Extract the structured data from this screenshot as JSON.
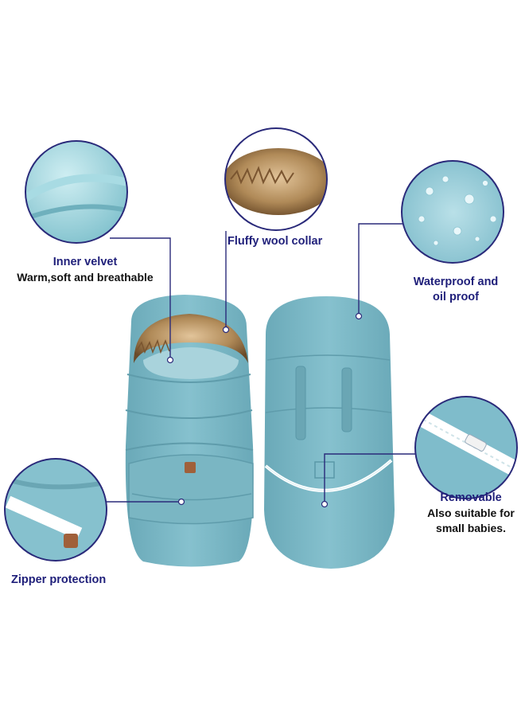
{
  "features": {
    "velvet": {
      "title": "Inner velvet",
      "desc": "Warm,soft and breathable",
      "icon": "velvet-closeup"
    },
    "collar": {
      "title": "Fluffy wool collar",
      "icon": "fur-closeup"
    },
    "water": {
      "title": "Waterproof and",
      "title2": "oil proof",
      "icon": "water-droplets-closeup"
    },
    "remove": {
      "title": "Removable",
      "desc": "Also suitable for",
      "desc2": "small babies.",
      "icon": "zipper-closeup"
    },
    "zipper": {
      "title": "Zipper protection",
      "icon": "zipper-guard-closeup"
    }
  },
  "colors": {
    "bag": "#7fb9c6",
    "bag_shade": "#6aa6b4",
    "callout_line": "#2a2a7a",
    "label_title": "#1f1f7a",
    "fur": "#a07a4a"
  }
}
